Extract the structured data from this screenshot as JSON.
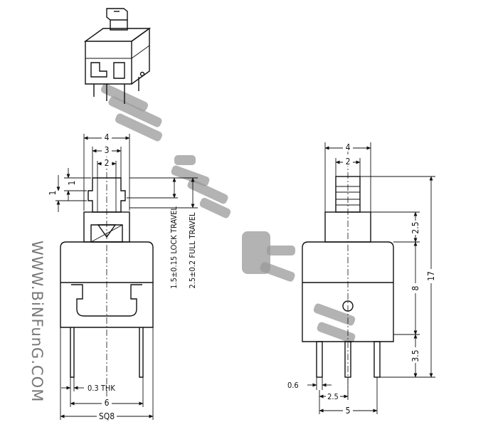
{
  "watermark": {
    "text": "WWW.BiNFunG.COM",
    "color": "#9a9a9a"
  },
  "front_view": {
    "dims": {
      "width_top_4": "4",
      "width_mid_3": "3",
      "width_inner_2": "2",
      "height_1a": "1",
      "height_1b": "1",
      "lock_travel": "1.5±0.15 LOCK TRAVEL",
      "full_travel": "2.5±0.2 FULL TRAVEL",
      "thickness": "0.3 THK",
      "pin_span": "6",
      "body_square": "SQ8"
    }
  },
  "side_view": {
    "dims": {
      "width_top_4": "4",
      "width_inner_2": "2",
      "height_2_5": "2.5",
      "height_8": "8",
      "height_3_5": "3.5",
      "total_17": "17",
      "pin_width": "0.6",
      "pin_pitch": "2.5",
      "pin_span": "5"
    }
  },
  "colors": {
    "line": "#111111",
    "background": "#ffffff"
  }
}
